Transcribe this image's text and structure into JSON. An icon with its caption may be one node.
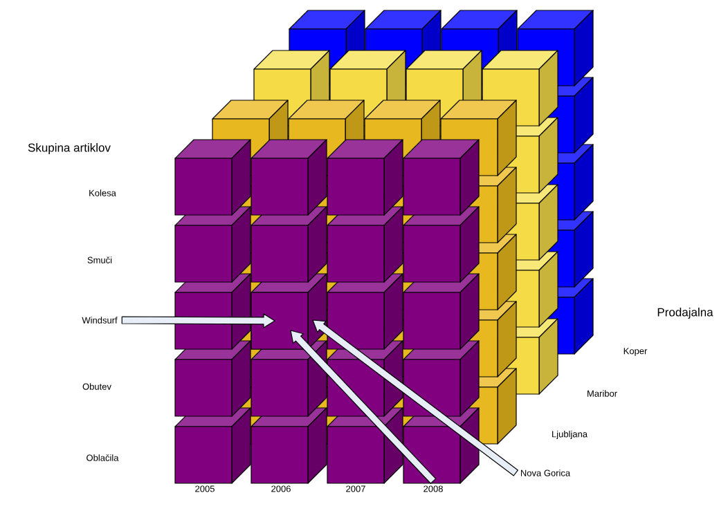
{
  "diagram": {
    "nodes": [
      {
        "text": [
          "Windsurf"
        ]
      },
      {
        "text": [],
        "shape": "box"
      },
      {
        "text": [
          "2008"
        ]
      },
      {
        "text": [
          "Nova Gorica"
        ]
      }
    ],
    "edges": [
      {
        "from": 0,
        "to": 1,
        "arrow": "to"
      },
      {
        "from": 2,
        "to": 1,
        "arrow": "to"
      },
      {
        "from": 3,
        "to": 1,
        "arrow": "to"
      }
    ],
    "labels": [
      "Skupina artiklov",
      "Kolesa",
      "Smuči",
      "Obutev",
      "Oblačila",
      "2005",
      "2006",
      "2007",
      "Prodajalna",
      "Koper",
      "Maribor",
      "Ljubljana"
    ]
  }
}
